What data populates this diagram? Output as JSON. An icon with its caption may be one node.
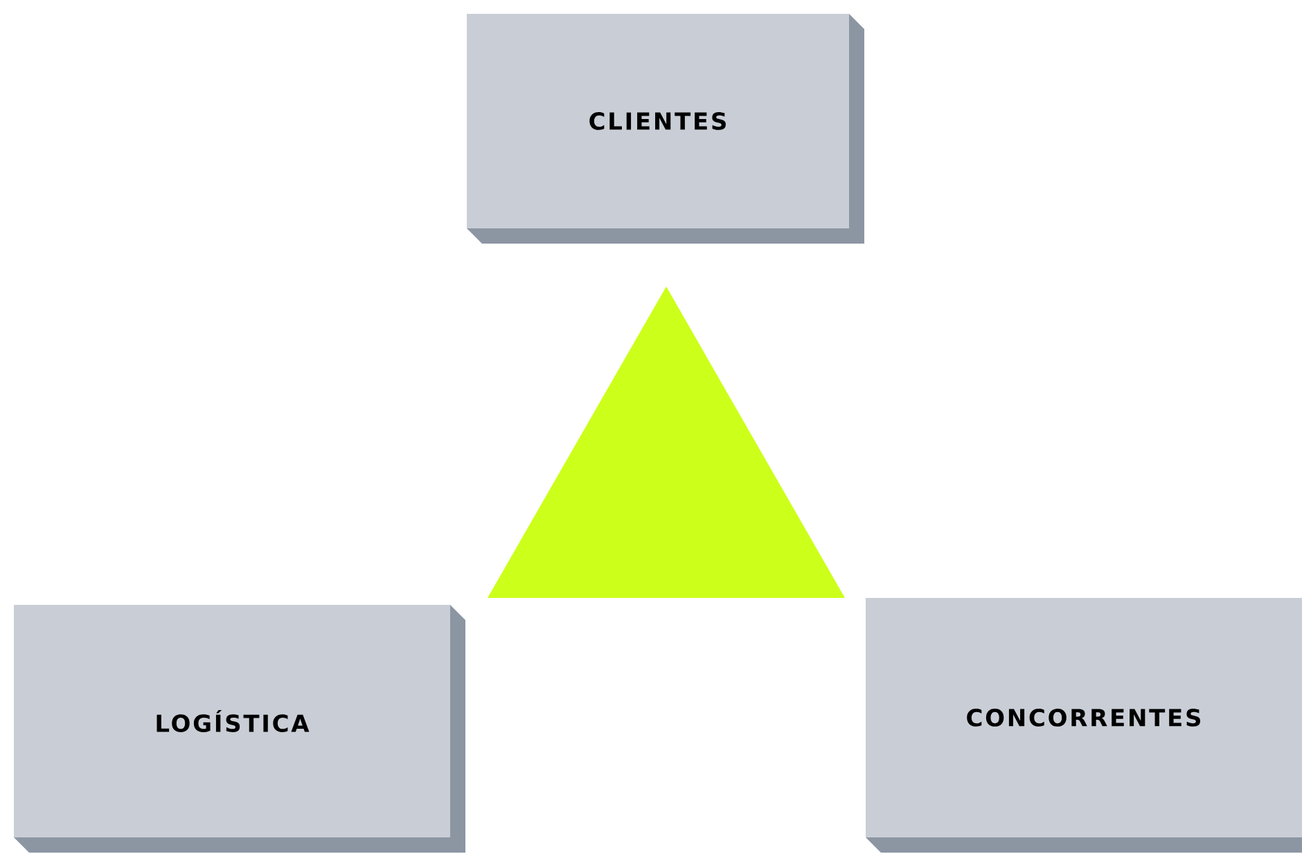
{
  "diagram": {
    "nodes": [
      {
        "text": [
          "CLIENTES"
        ]
      },
      {
        "text": [],
        "shape": "triangle"
      },
      {
        "text": [
          "LOGÍSTICA"
        ]
      },
      {
        "text": [
          "CONCORRENTES"
        ]
      }
    ]
  }
}
